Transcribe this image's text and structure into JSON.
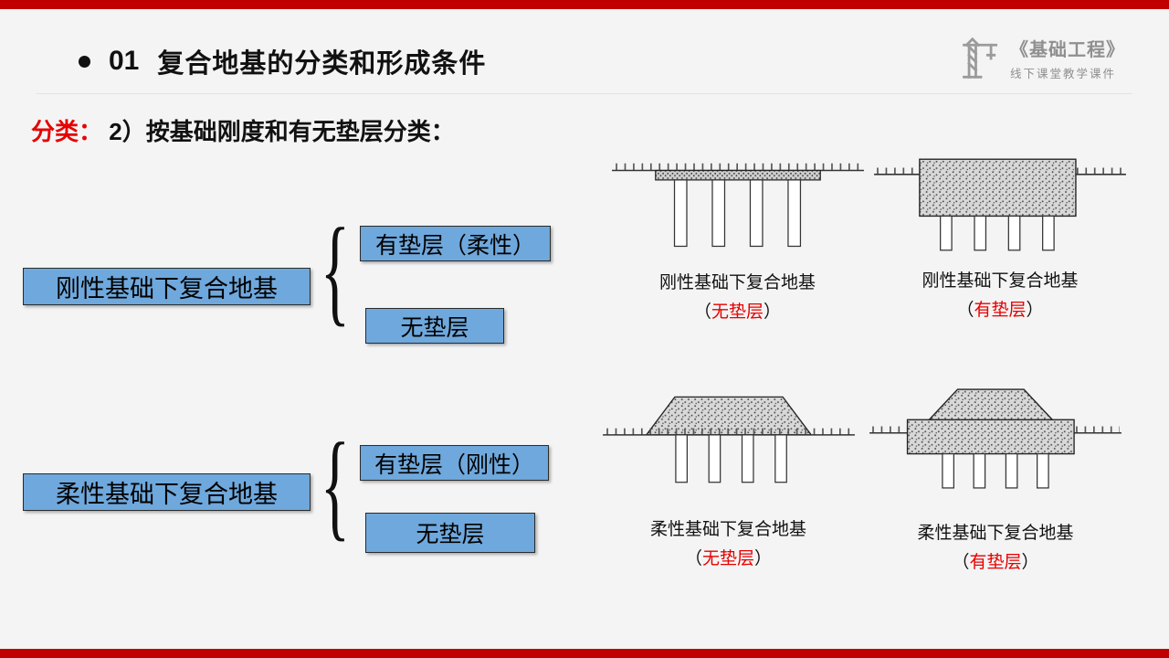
{
  "theme": {
    "accent_bar": "#c00000",
    "red_text": "#e60000",
    "box_blue": "#6fa8dc",
    "background": "#f4f4f4"
  },
  "header": {
    "number": "01",
    "title": "复合地基的分类和形成条件"
  },
  "logo": {
    "icon": "crane-icon",
    "name": "《基础工程》",
    "subtitle": "线下课堂教学课件"
  },
  "lead": {
    "label": "分类：",
    "text": "2）按基础刚度和有无垫层分类："
  },
  "tree": {
    "rigid": {
      "root": "刚性基础下复合地基",
      "brace": "{",
      "children": [
        "有垫层（柔性）",
        "无垫层"
      ]
    },
    "flexible": {
      "root": "柔性基础下复合地基",
      "brace": "{",
      "children": [
        "有垫层（刚性）",
        "无垫层"
      ]
    }
  },
  "figures": [
    {
      "caption": "刚性基础下复合地基",
      "paren_open": "（",
      "variant": "无垫层",
      "paren_close": "）"
    },
    {
      "caption": "刚性基础下复合地基",
      "paren_open": "（",
      "variant": "有垫层",
      "paren_close": "）"
    },
    {
      "caption": "柔性基础下复合地基",
      "paren_open": "（",
      "variant": "无垫层",
      "paren_close": "）"
    },
    {
      "caption": "柔性基础下复合地基",
      "paren_open": "（",
      "variant": "有垫层",
      "paren_close": "）"
    }
  ]
}
